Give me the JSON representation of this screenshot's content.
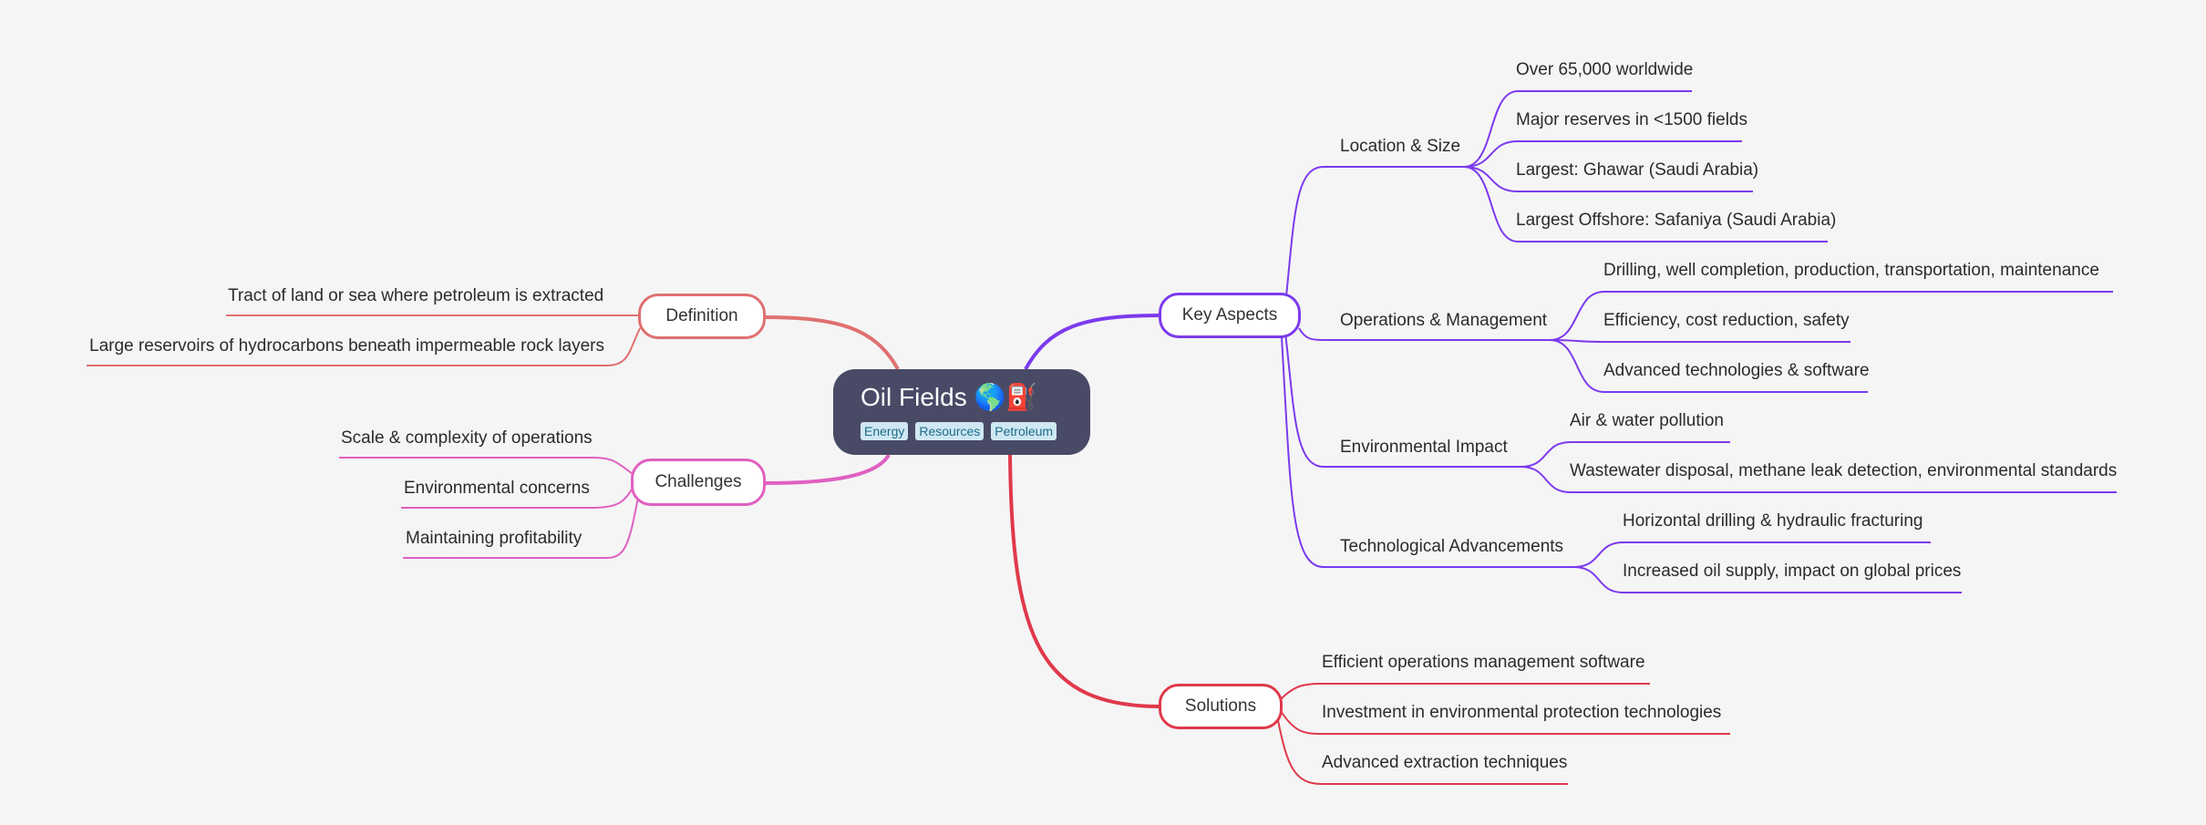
{
  "root": {
    "title": "Oil Fields 🌎⛽",
    "tags": [
      "Energy",
      "Resources",
      "Petroleum"
    ]
  },
  "colors": {
    "background": "#f5f5f5",
    "root_fill": "#494a66",
    "key_aspects": "#7c3aed",
    "solutions": "#e0394b",
    "definition": "#e07070",
    "challenges": "#e060c0"
  },
  "branches": {
    "key_aspects": {
      "label": "Key Aspects",
      "groups": [
        {
          "label": "Location & Size",
          "items": [
            "Over 65,000 worldwide",
            "Major reserves in <1500 fields",
            "Largest: Ghawar (Saudi Arabia)",
            "Largest Offshore: Safaniya (Saudi Arabia)"
          ]
        },
        {
          "label": "Operations & Management",
          "items": [
            "Drilling, well completion, production, transportation, maintenance",
            "Efficiency, cost reduction, safety",
            "Advanced technologies & software"
          ]
        },
        {
          "label": "Environmental Impact",
          "items": [
            "Air & water pollution",
            "Wastewater disposal, methane leak detection, environmental standards"
          ]
        },
        {
          "label": "Technological Advancements",
          "items": [
            "Horizontal drilling & hydraulic fracturing",
            "Increased oil supply, impact on global prices"
          ]
        }
      ]
    },
    "solutions": {
      "label": "Solutions",
      "items": [
        "Efficient operations management software",
        "Investment in environmental protection technologies",
        "Advanced extraction techniques"
      ]
    },
    "definition": {
      "label": "Definition",
      "items": [
        "Tract of land or sea where petroleum is extracted",
        "Large reservoirs of hydrocarbons beneath impermeable rock layers"
      ]
    },
    "challenges": {
      "label": "Challenges",
      "items": [
        "Scale & complexity of operations",
        "Environmental concerns",
        "Maintaining profitability"
      ]
    }
  }
}
